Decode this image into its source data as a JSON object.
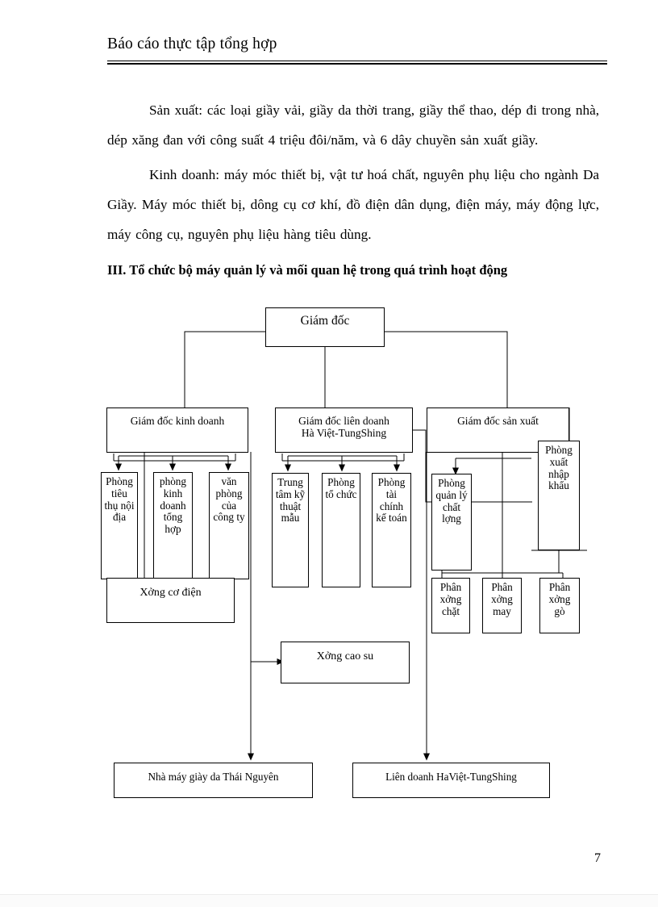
{
  "header": {
    "title": "Báo cáo thực tập tổng hợp"
  },
  "body": {
    "paragraph1": "Sản xuất: các loại giầy vải, giầy da thời trang, giầy thể thao, dép đi trong nhà, dép xăng đan với công suất 4 triệu đôi/năm, và 6 dây chuyền sản xuất giầy.",
    "paragraph2": "Kinh doanh: máy móc thiết bị, vật tư hoá chất, nguyên phụ liệu cho ngành Da Giầy. Máy móc thiết bị, dông cụ cơ khí, đồ điện dân dụng, điện máy, máy động lực, máy công cụ, nguyên phụ liệu hàng tiêu dùng.",
    "section_heading": "III. Tổ chức bộ máy quản lý và mối quan hệ trong quá trình hoạt động"
  },
  "page_number": "7",
  "chart_data": {
    "type": "diagram",
    "title": "Tổ chức bộ máy quản lý",
    "nodes": [
      {
        "id": "director",
        "label": "Giám đốc"
      },
      {
        "id": "gd-kinh-doanh",
        "label": "Giám đốc kinh doanh"
      },
      {
        "id": "gd-lien-doanh",
        "label": "Giám đốc liên doanh\nHà Việt-TungShing"
      },
      {
        "id": "gd-san-xuat",
        "label": "Giám đốc sản xuất"
      },
      {
        "id": "phong-tieu-thu",
        "label": "Phòng\ntiêu\nthụ nội\nđịa"
      },
      {
        "id": "phong-kinh-doanh",
        "label": "phòng\nkinh\ndoanh\ntổng\nhợp"
      },
      {
        "id": "van-phong",
        "label": "văn\nphòng\ncủa\ncông ty"
      },
      {
        "id": "trung-tam-ky-thuat",
        "label": "Trung\ntâm kỹ\nthuật\nmẫu"
      },
      {
        "id": "phong-to-chuc",
        "label": "Phòng\ntổ chức"
      },
      {
        "id": "phong-tai-chinh",
        "label": "Phòng\ntài\nchính\nkế toán"
      },
      {
        "id": "phong-quan-ly",
        "label": "Phòng\nquản lý\nchất\nlợng"
      },
      {
        "id": "phong-xuat-nhap",
        "label": "Phòng\nxuất\nnhập\nkhẩu"
      },
      {
        "id": "xuong-co-dien",
        "label": "Xởng    cơ điện"
      },
      {
        "id": "xuong-cao-su",
        "label": "Xởng   cao su"
      },
      {
        "id": "px-chat",
        "label": "Phân\nxởng\nchặt"
      },
      {
        "id": "px-may",
        "label": "Phân\nxởng\nmay"
      },
      {
        "id": "px-go",
        "label": "Phân\nxởng\ngò"
      },
      {
        "id": "nha-may-tn",
        "label": "Nhà máy giày da Thái Nguyên"
      },
      {
        "id": "lien-doanh-hvts",
        "label": "Liên doanh HaViệt-TungShing"
      }
    ],
    "edges": [
      {
        "from": "director",
        "to": "gd-kinh-doanh"
      },
      {
        "from": "director",
        "to": "gd-lien-doanh"
      },
      {
        "from": "director",
        "to": "gd-san-xuat"
      },
      {
        "from": "gd-kinh-doanh",
        "to": "phong-tieu-thu"
      },
      {
        "from": "gd-kinh-doanh",
        "to": "phong-kinh-doanh"
      },
      {
        "from": "gd-kinh-doanh",
        "to": "van-phong"
      },
      {
        "from": "gd-kinh-doanh",
        "to": "xuong-co-dien"
      },
      {
        "from": "gd-lien-doanh",
        "to": "trung-tam-ky-thuat"
      },
      {
        "from": "gd-lien-doanh",
        "to": "phong-to-chuc"
      },
      {
        "from": "gd-lien-doanh",
        "to": "phong-tai-chinh"
      },
      {
        "from": "gd-lien-doanh",
        "to": "phong-xuat-nhap"
      },
      {
        "from": "gd-san-xuat",
        "to": "phong-quan-ly"
      },
      {
        "from": "gd-san-xuat",
        "to": "px-may"
      },
      {
        "from": "phong-quan-ly",
        "to": "px-chat"
      },
      {
        "from": "phong-quan-ly",
        "to": "px-go"
      },
      {
        "from": "gd-lien-doanh",
        "to": "xuong-cao-su"
      },
      {
        "from": "gd-lien-doanh",
        "to": "nha-may-tn"
      },
      {
        "from": "gd-san-xuat",
        "to": "lien-doanh-hvts"
      }
    ]
  }
}
